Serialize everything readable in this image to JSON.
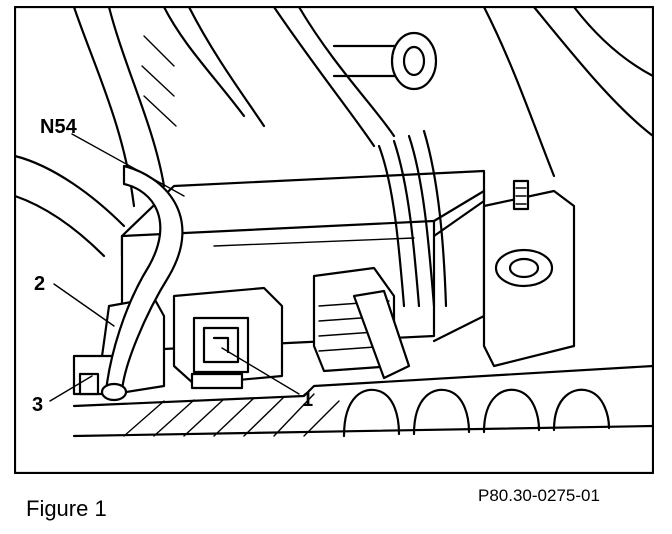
{
  "figure": {
    "caption": "Figure 1",
    "reference_code": "P80.30-0275-01"
  },
  "callouts": {
    "n54": "N54",
    "c1": "1",
    "c2": "2",
    "c3": "3"
  }
}
